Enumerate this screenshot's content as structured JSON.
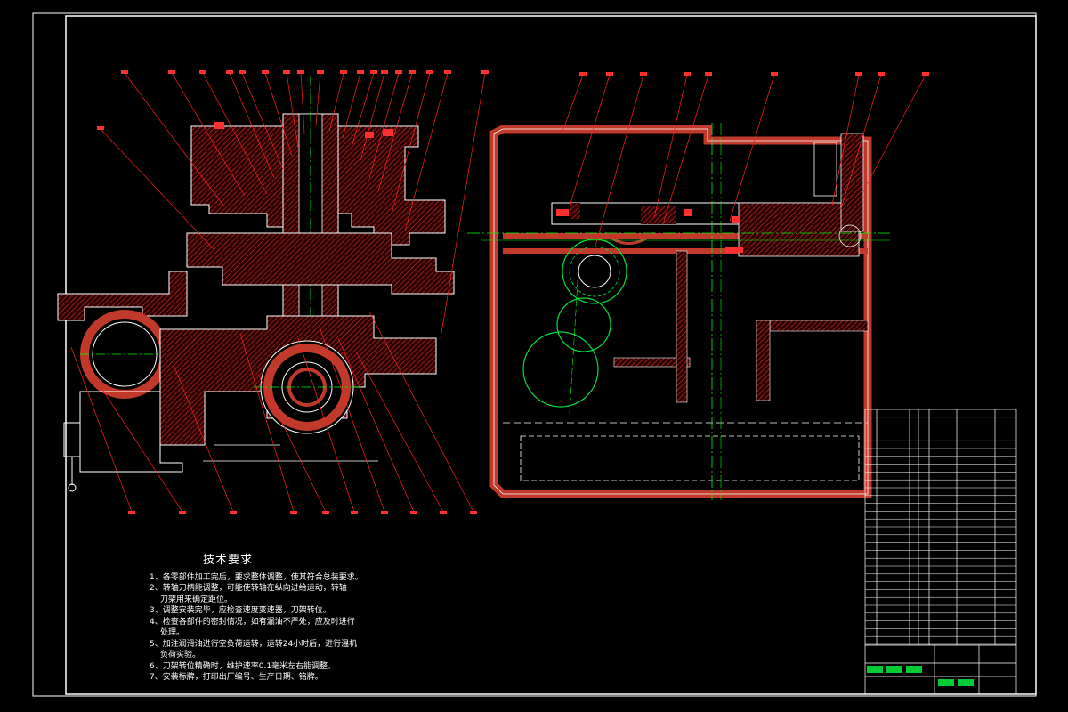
{
  "technical_requirements": {
    "title": "技术要求",
    "items": [
      "1、各零部件加工完后，要求整体调整，使其符合总装要求。",
      "2、转轴刀柄能调整，可能使转轴在纵向进给运动，转轴",
      "刀架用来确定距位。",
      "3、调整安装完毕，应检查速度变速器，刀架转位。",
      "4、检查各部件的密封情况，如有漏油不严处，应及时进行",
      "处理。",
      "5、加注润滑油进行空负荷运转，运转24小时后，进行温机",
      "负荷实验。",
      "6、刀架转位精确时，维护速率0.1毫米左右能调整。",
      "7、安装标牌，打印出厂编号、生产日期、铭牌。"
    ]
  },
  "colors": {
    "background": "#000000",
    "outline": "#ffffff",
    "section": "#c0392b",
    "gear": "#00e040",
    "center": "#00ff00",
    "leader": "#ff2020",
    "table": "#ffffff"
  }
}
